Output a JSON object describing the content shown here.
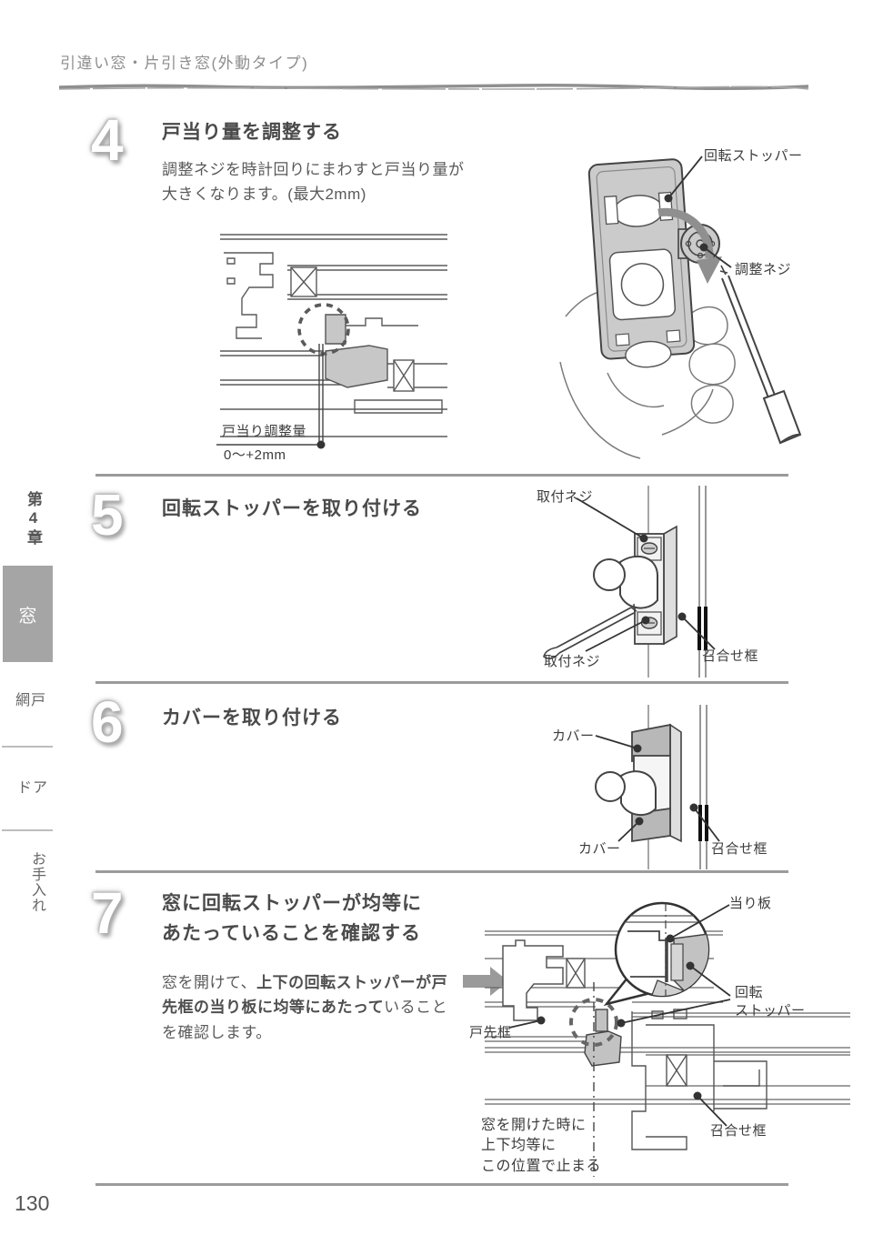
{
  "header": {
    "title": "引違い窓・片引き窓(外動タイプ)"
  },
  "sidebar": {
    "chapter": "第4章",
    "active_tab": "窓",
    "item_screen": "網戸",
    "item_door": "ドア",
    "item_care": "お手入れ"
  },
  "footer": {
    "page_number": "130"
  },
  "step4": {
    "number": "4",
    "title": "戸当り量を調整する",
    "body": "調整ネジを時計回りにまわすと戸当り量が\n大きくなります。(最大2mm)",
    "labels": {
      "rotation_stopper": "回転ストッパー",
      "adjust_screw": "調整ネジ",
      "adjust_amount": "戸当り調整量",
      "adjust_range": "0～+2mm"
    }
  },
  "step5": {
    "number": "5",
    "title": "回転ストッパーを取り付ける",
    "labels": {
      "mount_screw_top": "取付ネジ",
      "mount_screw_bottom": "取付ネジ",
      "meeting_stile": "召合せ框"
    }
  },
  "step6": {
    "number": "6",
    "title": "カバーを取り付ける",
    "labels": {
      "cover_top": "カバー",
      "cover_bottom": "カバー",
      "meeting_stile": "召合せ框"
    }
  },
  "step7": {
    "number": "7",
    "title": "窓に回転ストッパーが均等に\nあたっていることを確認する",
    "body_prefix": "窓を開けて、",
    "body_bold": "上下の回転ストッパーが戸先框の当り板に均等にあたって",
    "body_suffix": "いることを確認します。",
    "labels": {
      "strike_plate": "当り板",
      "rotation_stopper": "回転\nストッパー",
      "leading_stile": "戸先框",
      "meeting_stile": "召合せ框",
      "note": "窓を開けた時に\n上下均等に\nこの位置で止まる"
    }
  },
  "colors": {
    "divider": "#9b9b9b",
    "diagram_fill": "#c7c7c7",
    "tab_bg": "#a5a5a5"
  }
}
